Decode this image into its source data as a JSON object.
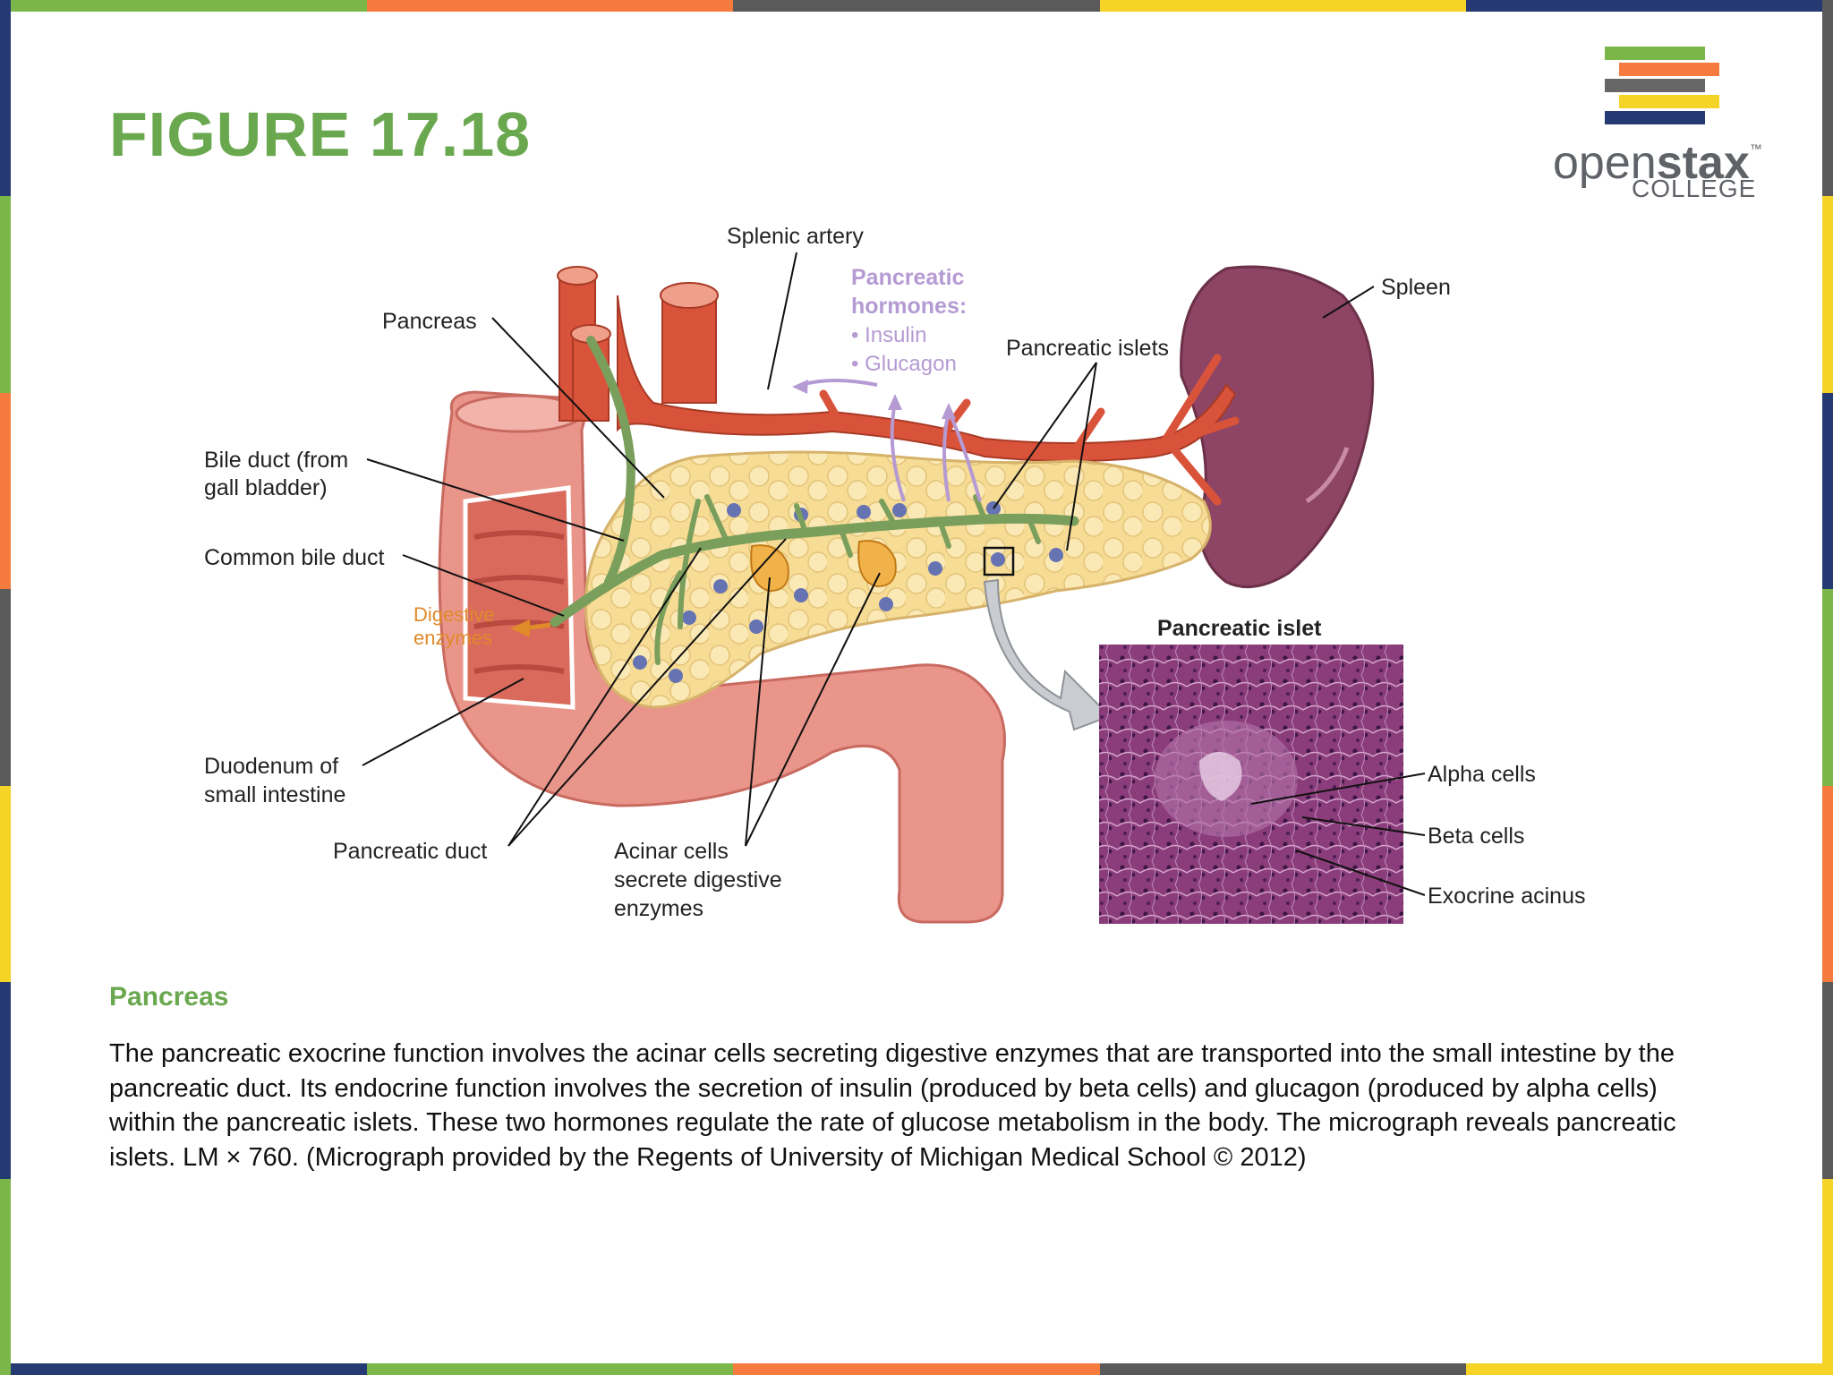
{
  "figure": {
    "title": "FIGURE 17.18"
  },
  "logo": {
    "word_light": "open",
    "word_bold": "stax",
    "trademark": "™",
    "subtitle": "COLLEGE",
    "bar_colors": [
      "#7ab648",
      "#f47b3d",
      "#666666",
      "#f5d327",
      "#253a73"
    ]
  },
  "frame_colors": [
    "#7ab648",
    "#f47b3d",
    "#5a5a5a",
    "#f5d327",
    "#253a73"
  ],
  "diagram": {
    "labels": {
      "splenic_artery": "Splenic artery",
      "pancreas": "Pancreas",
      "bile_duct_1": "Bile duct (from",
      "bile_duct_2": "gall bladder)",
      "common_bile_duct": "Common bile duct",
      "digestive_enzymes_1": "Digestive",
      "digestive_enzymes_2": "enzymes",
      "duodenum_1": "Duodenum of",
      "duodenum_2": "small intestine",
      "pancreatic_duct": "Pancreatic duct",
      "acinar_1": "Acinar cells",
      "acinar_2": "secrete digestive",
      "acinar_3": "enzymes",
      "hormones_title_1": "Pancreatic",
      "hormones_title_2": "hormones:",
      "hormone_insulin": "• Insulin",
      "hormone_glucagon": "• Glucagon",
      "pancreatic_islets": "Pancreatic islets",
      "spleen": "Spleen",
      "pancreatic_islet_inset": "Pancreatic islet",
      "alpha_cells": "Alpha cells",
      "beta_cells": "Beta cells",
      "exocrine_acinus": "Exocrine acinus"
    },
    "colors": {
      "pancreas": "#f6dc95",
      "duct": "#7a9e5c",
      "artery": "#d9533a",
      "intestine": "#e9958a",
      "spleen": "#8e4565",
      "islet": "#6673b3",
      "micrograph": "#8a3d7a"
    }
  },
  "caption": {
    "heading": "Pancreas",
    "body": "The pancreatic exocrine function involves the acinar cells secreting digestive enzymes that are transported into the small intestine by the pancreatic duct. Its endocrine function involves the secretion of insulin (produced by beta cells) and glucagon (produced by alpha cells) within the pancreatic islets. These two hormones regulate the rate of glucose metabolism in the body. The micrograph reveals pancreatic islets. LM × 760. (Micrograph provided by the Regents of University of Michigan Medical School © 2012)"
  }
}
